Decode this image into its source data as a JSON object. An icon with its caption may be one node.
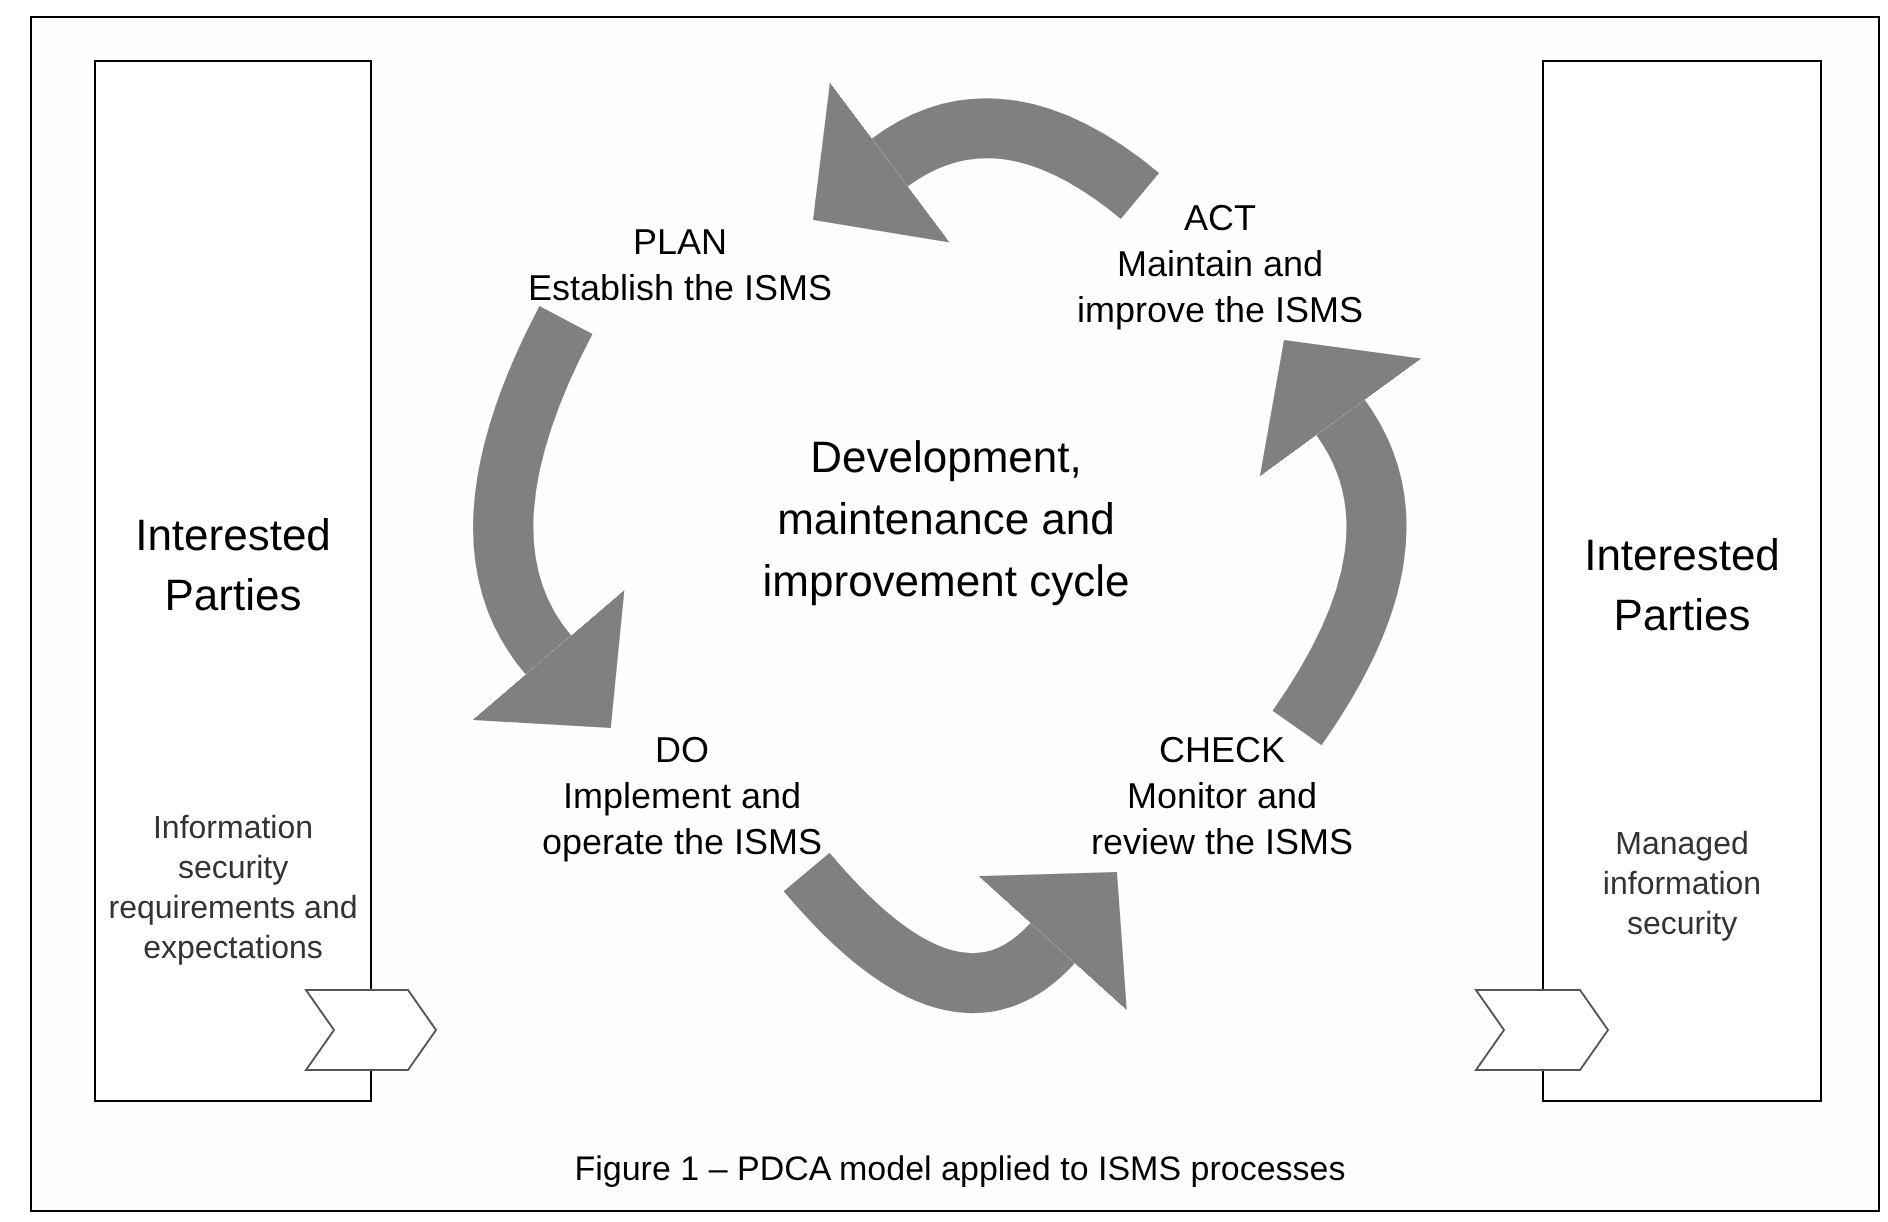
{
  "diagram": {
    "caption": "Figure 1 – PDCA model applied to ISMS processes",
    "nodes": [
      {
        "text": [
          "Interested Parties",
          "Information security requirements and expectations"
        ]
      },
      {
        "text": [
          "PLAN",
          "Establish the ISMS"
        ]
      },
      {
        "text": [
          "ACT",
          "Maintain and improve the ISMS"
        ]
      },
      {
        "text": [
          "DO",
          "Implement and operate the ISMS"
        ]
      },
      {
        "text": [
          "CHECK",
          "Monitor and review the ISMS"
        ]
      },
      {
        "text": [
          "Interested Parties",
          "Managed information security"
        ]
      }
    ],
    "edges": [
      {
        "from": 2,
        "to": 1,
        "arrow": "to"
      },
      {
        "from": 1,
        "to": 3,
        "arrow": "to"
      },
      {
        "from": 3,
        "to": 4,
        "arrow": "to"
      },
      {
        "from": 4,
        "to": 2,
        "arrow": "to"
      }
    ],
    "labels": [
      "Development, maintenance and improvement cycle"
    ]
  }
}
